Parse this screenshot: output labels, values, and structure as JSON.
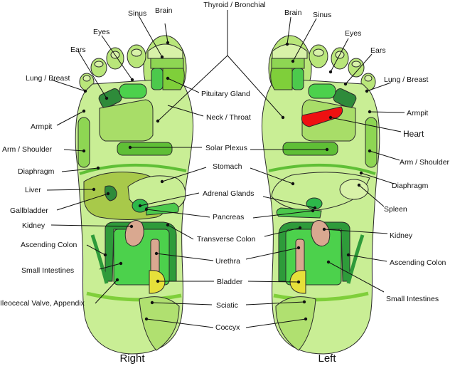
{
  "diagram": {
    "feet": {
      "right": "Right",
      "left": "Left"
    },
    "labels": {
      "thyroid": "Thyroid / Bronchial",
      "sinus_r": "Sinus",
      "brain_r": "Brain",
      "brain_l": "Brain",
      "sinus_l": "Sinus",
      "eyes_r": "Eyes",
      "eyes_l": "Eyes",
      "ears_r": "Ears",
      "ears_l": "Ears",
      "lung_r": "Lung / Breast",
      "lung_l": "Lung / Breast",
      "pituitary": "Pituitary Gland",
      "neck": "Neck / Throat",
      "armpit_r": "Armpit",
      "armpit_l": "Armpit",
      "heart": "Heart",
      "arm_r": "Arm / Shoulder",
      "solar": "Solar Plexus",
      "arm_l": "Arm / Shoulder",
      "diaphragm_r": "Diaphragm",
      "stomach": "Stomach",
      "diaphragm_l": "Diaphragm",
      "liver": "Liver",
      "adrenal": "Adrenal Glands",
      "spleen": "Spleen",
      "gallbladder": "Gallbladder",
      "pancreas": "Pancreas",
      "kidney_r": "Kidney",
      "kidney_l": "Kidney",
      "transverse": "Transverse Colon",
      "ascending_r": "Ascending Colon",
      "ascending_l": "Ascending Colon",
      "urethra": "Urethra",
      "small_r": "Small Intestines",
      "small_l": "Small Intestines",
      "bladder": "Bladder",
      "ileocecal": "Ileocecal Valve, Appendix",
      "sciatic": "Sciatic",
      "coccyx": "Coccyx"
    }
  }
}
